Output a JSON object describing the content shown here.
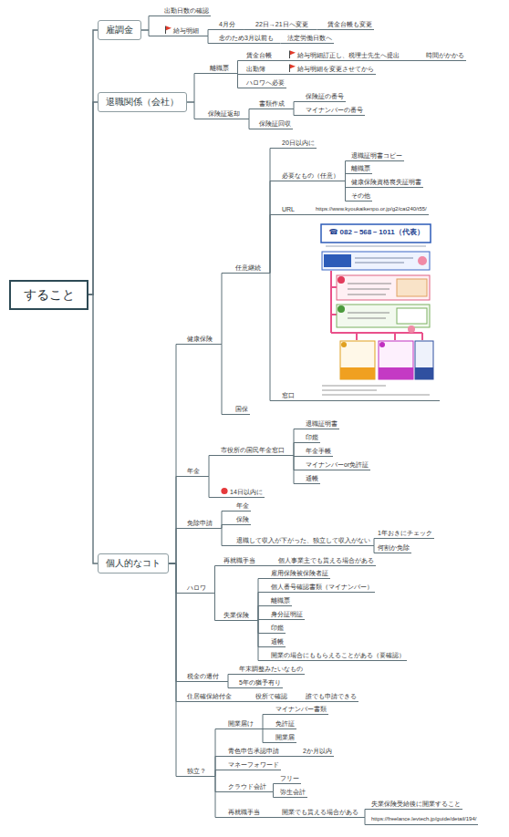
{
  "diagram": {
    "nodes": [
      {
        "text": [
          "すること"
        ]
      },
      {
        "text": [
          "雇調金"
        ]
      },
      {
        "text": [
          "出勤日数の確認"
        ]
      },
      {
        "text": [
          "給与明細"
        ]
      },
      {
        "text": [
          "4月分"
        ]
      },
      {
        "text": [
          "22日→21日へ変更"
        ]
      },
      {
        "text": [
          "賃金台帳も変更"
        ]
      },
      {
        "text": [
          "念のため3月以前も"
        ]
      },
      {
        "text": [
          "法定労働日数へ"
        ]
      },
      {
        "text": [
          "退職関係（会社）"
        ]
      },
      {
        "text": [
          "離職票"
        ]
      },
      {
        "text": [
          "賃金台帳"
        ]
      },
      {
        "text": [
          "給与明細訂正し、税理士先生へ提出"
        ]
      },
      {
        "text": [
          "時間がかかる"
        ]
      },
      {
        "text": [
          "出勤簿"
        ]
      },
      {
        "text": [
          "給与明細を変更させてから"
        ]
      },
      {
        "text": [
          "ハロワへ必要"
        ]
      },
      {
        "text": [
          "保険証返却"
        ]
      },
      {
        "text": [
          "書類作成"
        ]
      },
      {
        "text": [
          "保険証の番号"
        ]
      },
      {
        "text": [
          "マイナンバーの番号"
        ]
      },
      {
        "text": [
          "保険証回収"
        ]
      },
      {
        "text": [
          "個人的なコト"
        ]
      },
      {
        "text": [
          "健康保険"
        ]
      },
      {
        "text": [
          "任意継続"
        ]
      },
      {
        "text": [
          "20日以内に"
        ]
      },
      {
        "text": [
          "必要なもの（任意）"
        ]
      },
      {
        "text": [
          "退職証明書コピー"
        ]
      },
      {
        "text": [
          "離職票"
        ]
      },
      {
        "text": [
          "健康保険資格喪失証明書"
        ]
      },
      {
        "text": [
          "その他"
        ]
      },
      {
        "text": [
          "URL"
        ]
      },
      {
        "text": [
          "https://www.kyoukaikenpo.or.jp/g2/cat240/t55/"
        ]
      },
      {
        "text": [
          "窓口"
        ]
      },
      {
        "text": [
          "☎ 082－568－1011（代表）"
        ]
      },
      {
        "text": [
          "国保"
        ]
      },
      {
        "text": [
          "年金"
        ]
      },
      {
        "text": [
          "市役所の国民年金窓口"
        ]
      },
      {
        "text": [
          "退職証明書"
        ]
      },
      {
        "text": [
          "印鑑"
        ]
      },
      {
        "text": [
          "年金手帳"
        ]
      },
      {
        "text": [
          "マイナンバーor免許証"
        ]
      },
      {
        "text": [
          "通帳"
        ]
      },
      {
        "text": [
          "14日以内に"
        ]
      },
      {
        "text": [
          "免除申請"
        ]
      },
      {
        "text": [
          "年金"
        ]
      },
      {
        "text": [
          "保険"
        ]
      },
      {
        "text": [
          "退職して収入が下がった、独立して収入がない"
        ]
      },
      {
        "text": [
          "1年おきにチェック"
        ]
      },
      {
        "text": [
          "何割か免除"
        ]
      },
      {
        "text": [
          "ハロワ"
        ]
      },
      {
        "text": [
          "再就職手当"
        ]
      },
      {
        "text": [
          "個人事業主でも貰える場合がある"
        ]
      },
      {
        "text": [
          "失業保険"
        ]
      },
      {
        "text": [
          "雇用保険被保険者証"
        ]
      },
      {
        "text": [
          "個人番号確認書類（マイナンバー）"
        ]
      },
      {
        "text": [
          "離職票"
        ]
      },
      {
        "text": [
          "身分証明証"
        ]
      },
      {
        "text": [
          "印鑑"
        ]
      },
      {
        "text": [
          "通帳"
        ]
      },
      {
        "text": [
          "開業の場合にももらえることがある（要確認）"
        ]
      },
      {
        "text": [
          "税金の還付"
        ]
      },
      {
        "text": [
          "年末調整みたいなもの"
        ]
      },
      {
        "text": [
          "5年の猶予有り"
        ]
      },
      {
        "text": [
          "住居確保給付金"
        ]
      },
      {
        "text": [
          "役所で確認"
        ]
      },
      {
        "text": [
          "誰でも申請できる"
        ]
      },
      {
        "text": [
          "独立？"
        ]
      },
      {
        "text": [
          "開業届け"
        ]
      },
      {
        "text": [
          "マイナンバー書類"
        ]
      },
      {
        "text": [
          "免許証"
        ]
      },
      {
        "text": [
          "開業届"
        ]
      },
      {
        "text": [
          "青色申告承認申請"
        ]
      },
      {
        "text": [
          "2か月以内"
        ]
      },
      {
        "text": [
          "マネーフォワード"
        ]
      },
      {
        "text": [
          "クラウド会計"
        ]
      },
      {
        "text": [
          "フリー"
        ]
      },
      {
        "text": [
          "弥生会計"
        ]
      },
      {
        "text": [
          "再就職手当"
        ]
      },
      {
        "text": [
          "開業でも貰える場合がある"
        ]
      },
      {
        "text": [
          "失業保険受給後に開業すること"
        ]
      },
      {
        "text": [
          "https://freelance.levtech.jp/guide/detail/194/"
        ]
      }
    ],
    "edges": [
      {
        "from": 0,
        "to": 1,
        "arrow": "none"
      },
      {
        "from": 1,
        "to": 2,
        "arrow": "none"
      },
      {
        "from": 1,
        "to": 3,
        "arrow": "none"
      },
      {
        "from": 3,
        "to": 4,
        "arrow": "none"
      },
      {
        "from": 4,
        "to": 5,
        "arrow": "none"
      },
      {
        "from": 5,
        "to": 6,
        "arrow": "none"
      },
      {
        "from": 3,
        "to": 7,
        "arrow": "none"
      },
      {
        "from": 7,
        "to": 8,
        "arrow": "none"
      },
      {
        "from": 0,
        "to": 9,
        "arrow": "none"
      },
      {
        "from": 9,
        "to": 10,
        "arrow": "none"
      },
      {
        "from": 10,
        "to": 11,
        "arrow": "none"
      },
      {
        "from": 11,
        "to": 12,
        "arrow": "none"
      },
      {
        "from": 12,
        "to": 13,
        "arrow": "none"
      },
      {
        "from": 10,
        "to": 14,
        "arrow": "none"
      },
      {
        "from": 14,
        "to": 15,
        "arrow": "none"
      },
      {
        "from": 10,
        "to": 16,
        "arrow": "none"
      },
      {
        "from": 9,
        "to": 17,
        "arrow": "none"
      },
      {
        "from": 17,
        "to": 18,
        "arrow": "none"
      },
      {
        "from": 18,
        "to": 19,
        "arrow": "none"
      },
      {
        "from": 18,
        "to": 20,
        "arrow": "none"
      },
      {
        "from": 17,
        "to": 21,
        "arrow": "none"
      },
      {
        "from": 0,
        "to": 22,
        "arrow": "none"
      },
      {
        "from": 22,
        "to": 23,
        "arrow": "none"
      },
      {
        "from": 23,
        "to": 24,
        "arrow": "none"
      },
      {
        "from": 24,
        "to": 25,
        "arrow": "none"
      },
      {
        "from": 24,
        "to": 26,
        "arrow": "none"
      },
      {
        "from": 26,
        "to": 27,
        "arrow": "none"
      },
      {
        "from": 26,
        "to": 28,
        "arrow": "none"
      },
      {
        "from": 26,
        "to": 29,
        "arrow": "none"
      },
      {
        "from": 26,
        "to": 30,
        "arrow": "none"
      },
      {
        "from": 24,
        "to": 31,
        "arrow": "none"
      },
      {
        "from": 31,
        "to": 32,
        "arrow": "none"
      },
      {
        "from": 24,
        "to": 33,
        "arrow": "none"
      },
      {
        "from": 33,
        "to": 34,
        "arrow": "none"
      },
      {
        "from": 23,
        "to": 35,
        "arrow": "none"
      },
      {
        "from": 22,
        "to": 36,
        "arrow": "none"
      },
      {
        "from": 36,
        "to": 37,
        "arrow": "none"
      },
      {
        "from": 37,
        "to": 38,
        "arrow": "none"
      },
      {
        "from": 37,
        "to": 39,
        "arrow": "none"
      },
      {
        "from": 37,
        "to": 40,
        "arrow": "none"
      },
      {
        "from": 37,
        "to": 41,
        "arrow": "none"
      },
      {
        "from": 37,
        "to": 42,
        "arrow": "none"
      },
      {
        "from": 36,
        "to": 43,
        "arrow": "none"
      },
      {
        "from": 22,
        "to": 44,
        "arrow": "none"
      },
      {
        "from": 44,
        "to": 45,
        "arrow": "none"
      },
      {
        "from": 44,
        "to": 46,
        "arrow": "none"
      },
      {
        "from": 44,
        "to": 47,
        "arrow": "none"
      },
      {
        "from": 47,
        "to": 48,
        "arrow": "none"
      },
      {
        "from": 47,
        "to": 49,
        "arrow": "none"
      },
      {
        "from": 22,
        "to": 50,
        "arrow": "none"
      },
      {
        "from": 50,
        "to": 51,
        "arrow": "none"
      },
      {
        "from": 51,
        "to": 52,
        "arrow": "none"
      },
      {
        "from": 50,
        "to": 53,
        "arrow": "none"
      },
      {
        "from": 53,
        "to": 54,
        "arrow": "none"
      },
      {
        "from": 53,
        "to": 55,
        "arrow": "none"
      },
      {
        "from": 53,
        "to": 56,
        "arrow": "none"
      },
      {
        "from": 53,
        "to": 57,
        "arrow": "none"
      },
      {
        "from": 53,
        "to": 58,
        "arrow": "none"
      },
      {
        "from": 53,
        "to": 59,
        "arrow": "none"
      },
      {
        "from": 53,
        "to": 60,
        "arrow": "none"
      },
      {
        "from": 22,
        "to": 61,
        "arrow": "none"
      },
      {
        "from": 61,
        "to": 62,
        "arrow": "none"
      },
      {
        "from": 61,
        "to": 63,
        "arrow": "none"
      },
      {
        "from": 22,
        "to": 64,
        "arrow": "none"
      },
      {
        "from": 64,
        "to": 65,
        "arrow": "none"
      },
      {
        "from": 65,
        "to": 66,
        "arrow": "none"
      },
      {
        "from": 22,
        "to": 67,
        "arrow": "none"
      },
      {
        "from": 67,
        "to": 68,
        "arrow": "none"
      },
      {
        "from": 68,
        "to": 69,
        "arrow": "none"
      },
      {
        "from": 68,
        "to": 70,
        "arrow": "none"
      },
      {
        "from": 68,
        "to": 71,
        "arrow": "none"
      },
      {
        "from": 67,
        "to": 72,
        "arrow": "none"
      },
      {
        "from": 72,
        "to": 73,
        "arrow": "none"
      },
      {
        "from": 67,
        "to": 74,
        "arrow": "none"
      },
      {
        "from": 67,
        "to": 75,
        "arrow": "none"
      },
      {
        "from": 75,
        "to": 76,
        "arrow": "none"
      },
      {
        "from": 75,
        "to": 77,
        "arrow": "none"
      },
      {
        "from": 67,
        "to": 78,
        "arrow": "none"
      },
      {
        "from": 78,
        "to": 79,
        "arrow": "none"
      },
      {
        "from": 79,
        "to": 80,
        "arrow": "none"
      },
      {
        "from": 79,
        "to": 81,
        "arrow": "none"
      }
    ]
  }
}
